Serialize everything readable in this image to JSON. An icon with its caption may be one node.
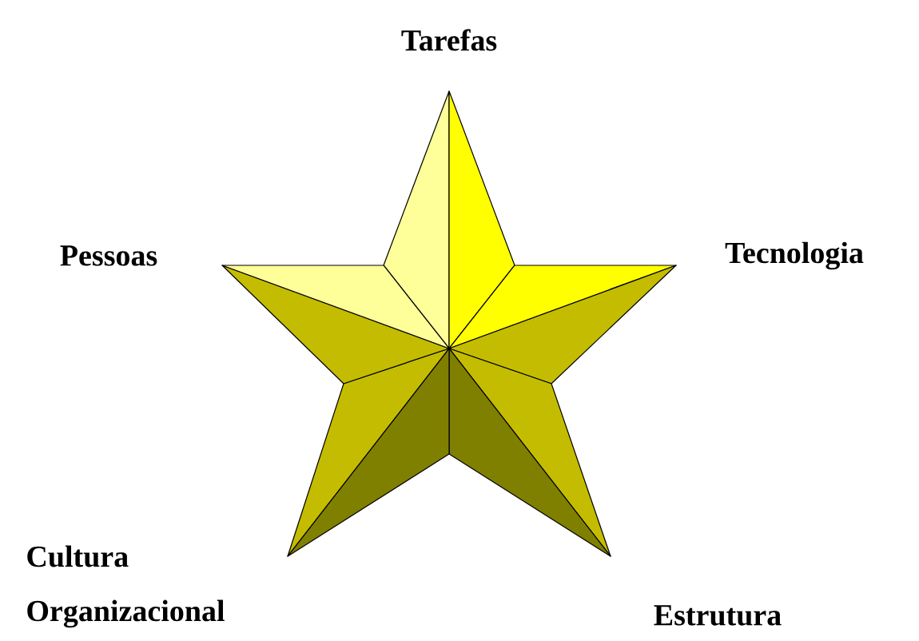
{
  "diagram": {
    "labels": [
      "Tarefas",
      "Pessoas",
      "Tecnologia",
      "Cultura Organizacional",
      "Estrutura"
    ]
  }
}
